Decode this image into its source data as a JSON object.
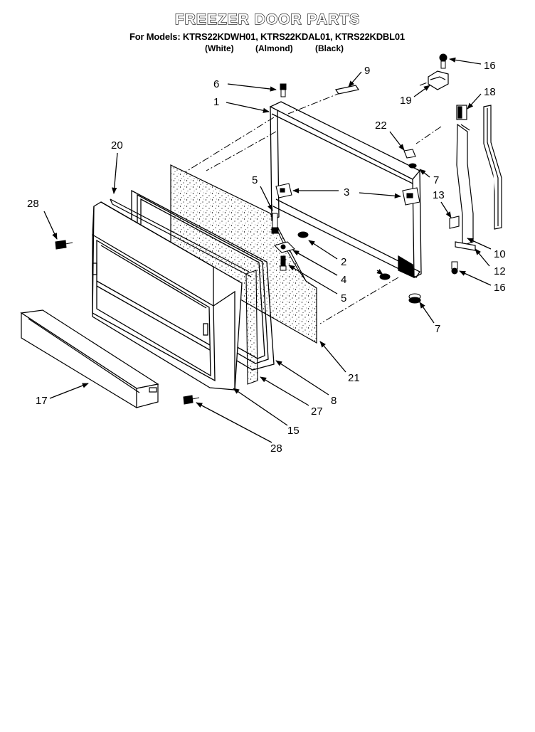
{
  "header": {
    "title": "FREEZER DOOR PARTS",
    "models": "For Models: KTRS22KDWH01, KTRS22KDAL01, KTRS22KDBL01",
    "colors": [
      "(White)",
      "(Almond)",
      "(Black)"
    ]
  },
  "callouts": [
    {
      "id": "c16a",
      "label": "16"
    },
    {
      "id": "c9",
      "label": "9"
    },
    {
      "id": "c6",
      "label": "6"
    },
    {
      "id": "c19",
      "label": "19"
    },
    {
      "id": "c18",
      "label": "18"
    },
    {
      "id": "c1",
      "label": "1"
    },
    {
      "id": "c22",
      "label": "22"
    },
    {
      "id": "c20",
      "label": "20"
    },
    {
      "id": "c7a",
      "label": "7"
    },
    {
      "id": "c5a",
      "label": "5"
    },
    {
      "id": "c3",
      "label": "3"
    },
    {
      "id": "c13",
      "label": "13"
    },
    {
      "id": "c28a",
      "label": "28"
    },
    {
      "id": "c10",
      "label": "10"
    },
    {
      "id": "c2",
      "label": "2"
    },
    {
      "id": "c12",
      "label": "12"
    },
    {
      "id": "c4",
      "label": "4"
    },
    {
      "id": "c16b",
      "label": "16"
    },
    {
      "id": "c5b",
      "label": "5"
    },
    {
      "id": "c7b",
      "label": "7"
    },
    {
      "id": "c21",
      "label": "21"
    },
    {
      "id": "c8",
      "label": "8"
    },
    {
      "id": "c17",
      "label": "17"
    },
    {
      "id": "c27",
      "label": "27"
    },
    {
      "id": "c15",
      "label": "15"
    },
    {
      "id": "c28b",
      "label": "28"
    }
  ]
}
